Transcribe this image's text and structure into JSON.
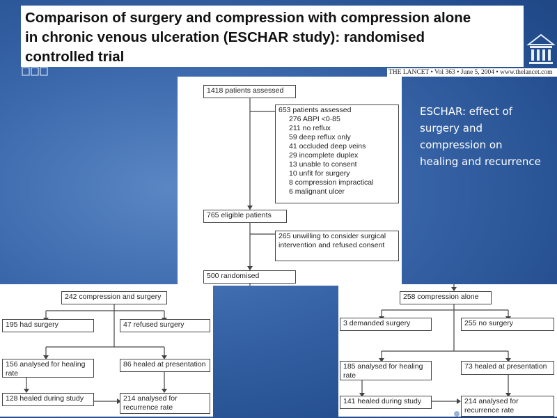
{
  "header": {
    "title_lines": [
      "Comparison of surgery and compression with compression alone",
      "in chronic venous ulceration (ESCHAR study): randomised",
      "controlled trial"
    ],
    "citation": "THE LANCET • Vol 363 • June 5, 2004 • www.thelancet.com"
  },
  "callout": {
    "lines": [
      "ESCHAR: effect of",
      "surgery and",
      "compression on",
      "healing and recurrence"
    ]
  },
  "flowchart": {
    "assessed": "1418 patients assessed",
    "excluded_title": "653 patients assessed",
    "excluded_items": [
      "276 ABPI <0·85",
      "211 no reflux",
      "59 deep reflux only",
      "41 occluded deep veins",
      "29 incomplete duplex",
      "13 unable to consent",
      "10 unfit for surgery",
      "8 compression impractical",
      "6 malignant ulcer"
    ],
    "eligible": "765 eligible patients",
    "unwilling": "265 unwilling to consider surgical intervention and refused consent",
    "randomised": "500 randomised",
    "left_arm": {
      "group": "242 compression and surgery",
      "had_surgery": "195 had surgery",
      "refused_surgery": "47 refused surgery",
      "analysed_healing": "156 analysed for healing rate",
      "healed_presentation": "86 healed at presentation",
      "healed_during": "128 healed during study",
      "analysed_recurrence": "214 analysed for recurrence rate"
    },
    "right_arm": {
      "group": "258 compression alone",
      "demanded_surgery": "3 demanded surgery",
      "no_surgery": "255 no surgery",
      "analysed_healing": "185 analysed for healing rate",
      "healed_presentation": "73 healed at presentation",
      "healed_during": "141 healed during study",
      "analysed_recurrence": "214 analysed for recurrence rate"
    }
  }
}
